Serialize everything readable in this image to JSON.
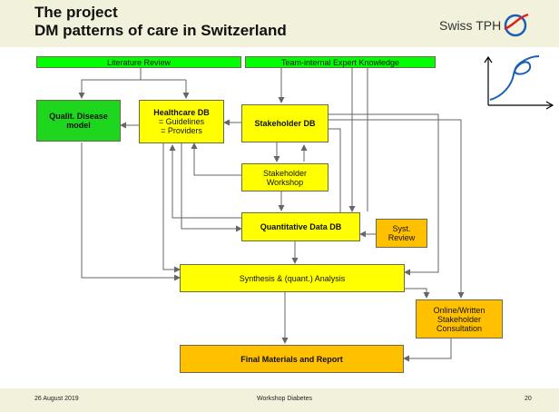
{
  "header": {
    "title_line1": "The project",
    "title_line2": "DM patterns of care in Switzerland",
    "brand": "Swiss TPH"
  },
  "footer": {
    "date": "26 August 2019",
    "center": "Workshop Diabetes",
    "page": "20"
  },
  "diagram": {
    "literature_review": "Literature Review",
    "expert_knowledge": "Team-internal Expert Knowledge",
    "qualit_model_line1": "Qualit. Disease",
    "qualit_model_line2": "model",
    "healthcare_db_title": "Healthcare DB",
    "healthcare_db_line2": "= Guidelines",
    "healthcare_db_line3": "= Providers",
    "stakeholder_db": "Stakeholder DB",
    "stakeholder_workshop_line1": "Stakeholder",
    "stakeholder_workshop_line2": "Workshop",
    "quant_db": "Quantitative Data DB",
    "syst_review_line1": "Syst.",
    "syst_review_line2": "Review",
    "synthesis": "Synthesis & (quant.) Analysis",
    "consultation_line1": "Online/Written",
    "consultation_line2": "Stakeholder",
    "consultation_line3": "Consultation",
    "final_report": "Final Materials and Report"
  },
  "colors": {
    "green": "#00ff00",
    "yellow": "#ffff00",
    "orange": "#ffc000",
    "logo_red": "#e02020",
    "logo_blue": "#1a5fb4"
  },
  "icons": [
    "swiss-tph-logo-icon",
    "curve-graph-icon"
  ]
}
